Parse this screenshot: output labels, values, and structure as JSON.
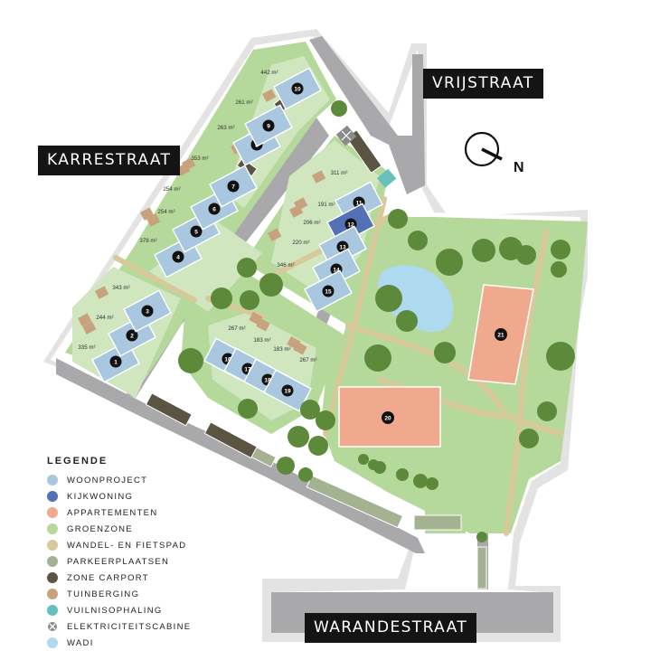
{
  "streets": {
    "karrestraat": "KARRESTRAAT",
    "vrijstraat": "VRIJSTRAAT",
    "warandestraat": "WARANDESTRAAT"
  },
  "compass": {
    "label": "N"
  },
  "colors": {
    "woonproject": "#a9c7de",
    "kijkwoning": "#5470b7",
    "appartementen": "#f0a98d",
    "groenzone": "#b5d89b",
    "wandelpad": "#d7c999",
    "parkeerplaatsen": "#a5b291",
    "carport": "#5b5443",
    "tuinberging": "#c8a27d",
    "vuilnis": "#67c0bd",
    "wadi": "#aed9ef",
    "road": "#a9a9ab",
    "tree": "#5d8a3a"
  },
  "lots": [
    {
      "id": "1",
      "area": "335 m²"
    },
    {
      "id": "2",
      "area": "244 m²"
    },
    {
      "id": "3",
      "area": "343 m²"
    },
    {
      "id": "4",
      "area": "378 m²"
    },
    {
      "id": "5",
      "area": "254 m²"
    },
    {
      "id": "6",
      "area": "254 m²"
    },
    {
      "id": "7",
      "area": "353 m²"
    },
    {
      "id": "8",
      "area": "263 m²"
    },
    {
      "id": "9",
      "area": "261 m²"
    },
    {
      "id": "10",
      "area": "442 m²"
    },
    {
      "id": "11",
      "area": "311 m²"
    },
    {
      "id": "12",
      "area": "191 m²"
    },
    {
      "id": "13",
      "area": "206 m²"
    },
    {
      "id": "14",
      "area": "220 m²"
    },
    {
      "id": "15",
      "area": "346 m²"
    },
    {
      "id": "16",
      "area": "267 m²"
    },
    {
      "id": "17",
      "area": "183 m²"
    },
    {
      "id": "18",
      "area": "183 m²"
    },
    {
      "id": "19",
      "area": "267 m²"
    }
  ],
  "apartments": [
    {
      "id": "20"
    },
    {
      "id": "21"
    }
  ],
  "legend": {
    "title": "LEGENDE",
    "items": [
      {
        "label": "WOONPROJECT",
        "color": "#a9c7de",
        "icon": "circle"
      },
      {
        "label": "KIJKWONING",
        "color": "#5470b7",
        "icon": "circle"
      },
      {
        "label": "APPARTEMENTEN",
        "color": "#f0a98d",
        "icon": "circle"
      },
      {
        "label": "GROENZONE",
        "color": "#b5d89b",
        "icon": "circle"
      },
      {
        "label": "WANDEL- EN FIETSPAD",
        "color": "#d7c999",
        "icon": "circle"
      },
      {
        "label": "PARKEERPLAATSEN",
        "color": "#a5b291",
        "icon": "circle"
      },
      {
        "label": "ZONE CARPORT",
        "color": "#5b5443",
        "icon": "circle"
      },
      {
        "label": "TUINBERGING",
        "color": "#c8a27d",
        "icon": "circle"
      },
      {
        "label": "VUILNISOPHALING",
        "color": "#67c0bd",
        "icon": "circle"
      },
      {
        "label": "ELEKTRICITEITSCABINE",
        "color": "#8a8a8a",
        "icon": "cross-circle"
      },
      {
        "label": "WADI",
        "color": "#aed9ef",
        "icon": "circle"
      }
    ]
  }
}
